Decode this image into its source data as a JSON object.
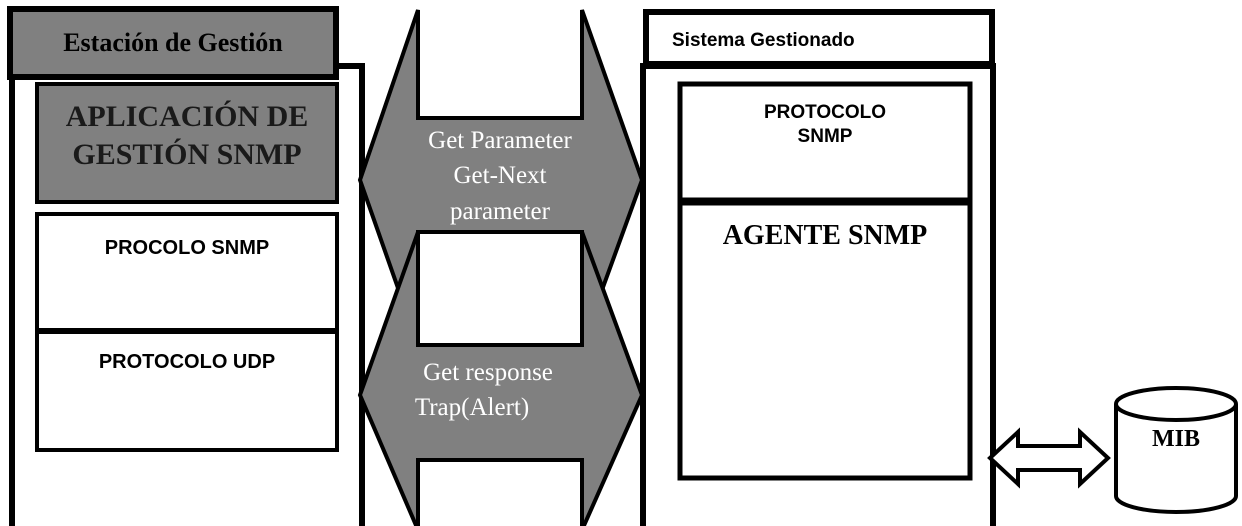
{
  "station": {
    "title": "Estación de Gestión",
    "app_line1": "APLICACIÓN DE",
    "app_line2": "GESTIÓN SNMP",
    "proto_snmp": "PROCOLO SNMP",
    "proto_udp": "PROTOCOLO UDP"
  },
  "managed": {
    "title": "Sistema Gestionado",
    "proto_line1": "PROTOCOLO",
    "proto_line2": "SNMP",
    "agent": "AGENTE SNMP"
  },
  "arrows": {
    "top_line1": "Get Parameter",
    "top_line2": "Get-Next",
    "top_line3": "parameter",
    "bottom_line1": "Get response",
    "bottom_line2": "Trap(Alert)"
  },
  "mib": {
    "label": "MIB"
  },
  "colors": {
    "fill_gray": "#808080",
    "stroke": "#000000",
    "background": "#ffffff"
  }
}
